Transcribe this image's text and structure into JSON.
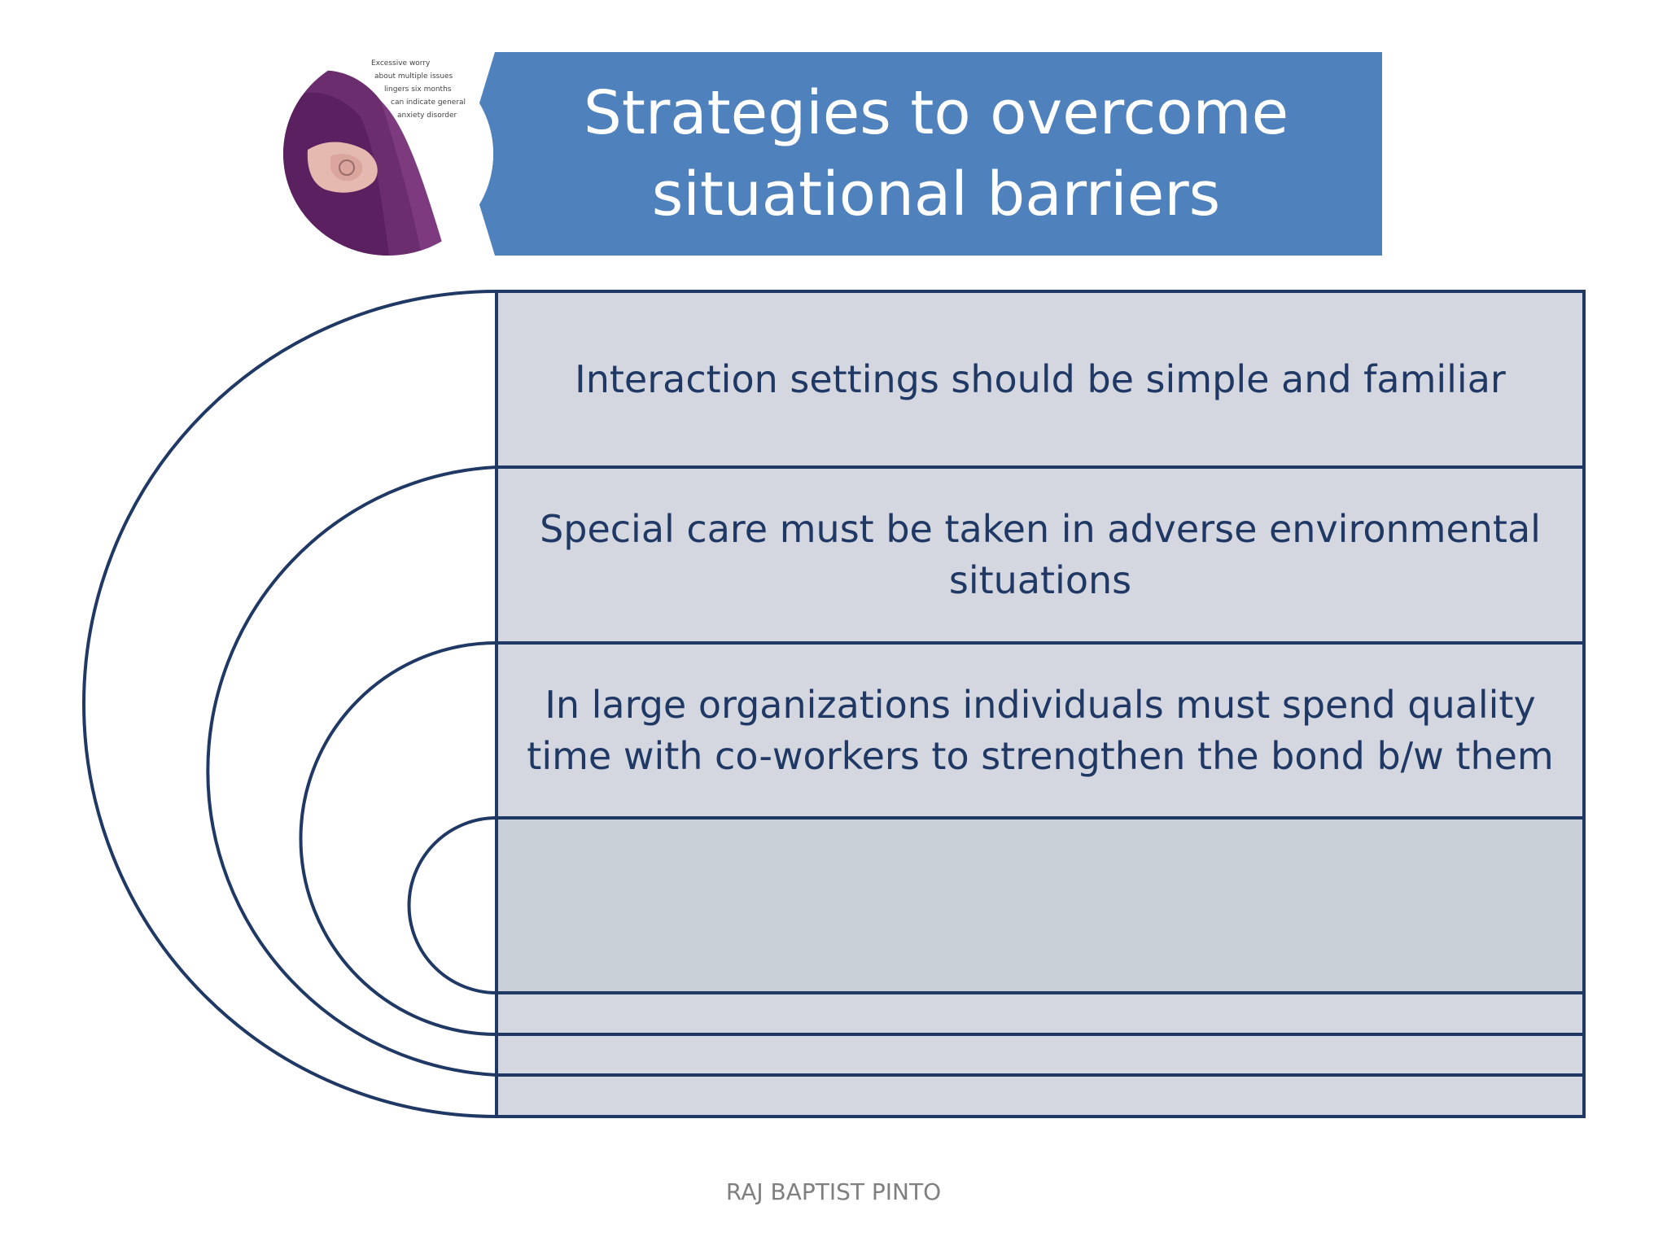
{
  "slide": {
    "title": "Strategies to overcome\nsituational barriers",
    "image": {
      "icon": "hands-photo-icon",
      "caption_lines": [
        "Excessive worry",
        "about multiple issues",
        "lingers six months",
        "can indicate general",
        "anxiety disorder"
      ]
    },
    "items": [
      {
        "text": "Interaction settings should be simple and familiar"
      },
      {
        "text": "Special care must be taken in adverse environmental situations"
      },
      {
        "text": "In large organizations individuals must spend quality time with co-workers to strengthen the bond b/w them"
      },
      {
        "text": ""
      }
    ],
    "footer": "RAJ BAPTIST PINTO",
    "colors": {
      "header_bg": "#4f81bd",
      "header_text": "#ffffff",
      "row_fill": "#d4d6e0",
      "row_fill_last": "#c9d0d7",
      "outline": "#1f3864",
      "item_text": "#1f3864",
      "footer_text": "#7f7f7f"
    }
  }
}
